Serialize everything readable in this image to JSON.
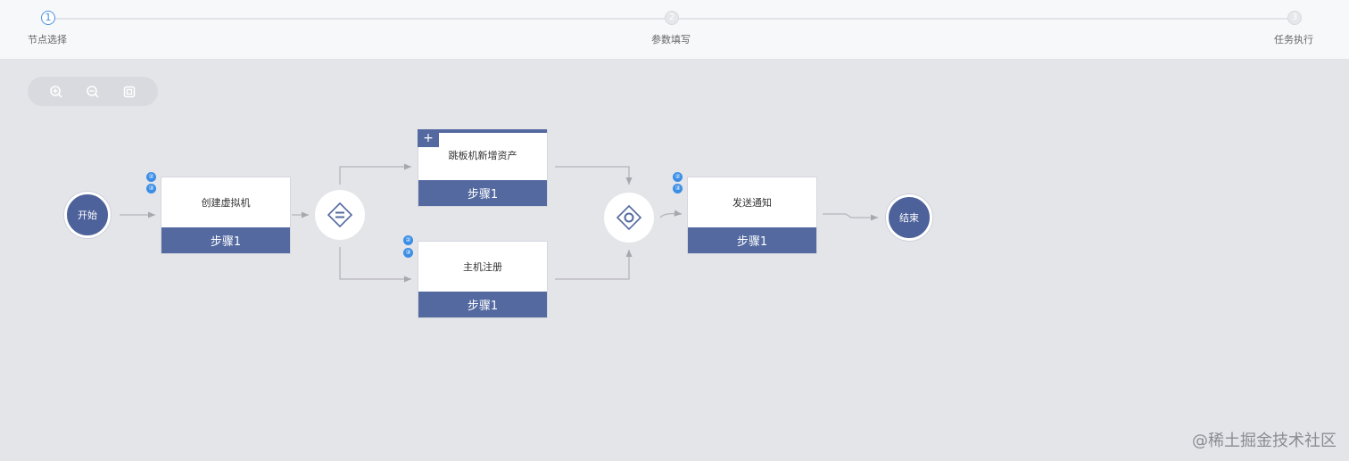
{
  "stepper": {
    "steps": [
      {
        "label": "节点选择",
        "number": "1"
      },
      {
        "label": "参数填写",
        "number": "2"
      },
      {
        "label": "任务执行",
        "number": "3"
      }
    ]
  },
  "zoom": {
    "icons": [
      "zoom-in-icon",
      "zoom-out-icon",
      "fit-screen-icon"
    ]
  },
  "flow": {
    "start": "开始",
    "end": "结束",
    "task_create_vm": {
      "title": "创建虚拟机",
      "step": "步骤1"
    },
    "task_bastion": {
      "title": "跳板机新增资产",
      "step": "步骤1"
    },
    "task_host_register": {
      "title": "主机注册",
      "step": "步骤1"
    },
    "task_notify": {
      "title": "发送通知",
      "step": "步骤1"
    },
    "badges": [
      "②",
      "③"
    ]
  },
  "watermark": "@稀土掘金技术社区",
  "colors": {
    "node": "#4d619a",
    "footer": "#5369a0",
    "active": "#4a90e2",
    "badge": "#3a8ee6"
  }
}
